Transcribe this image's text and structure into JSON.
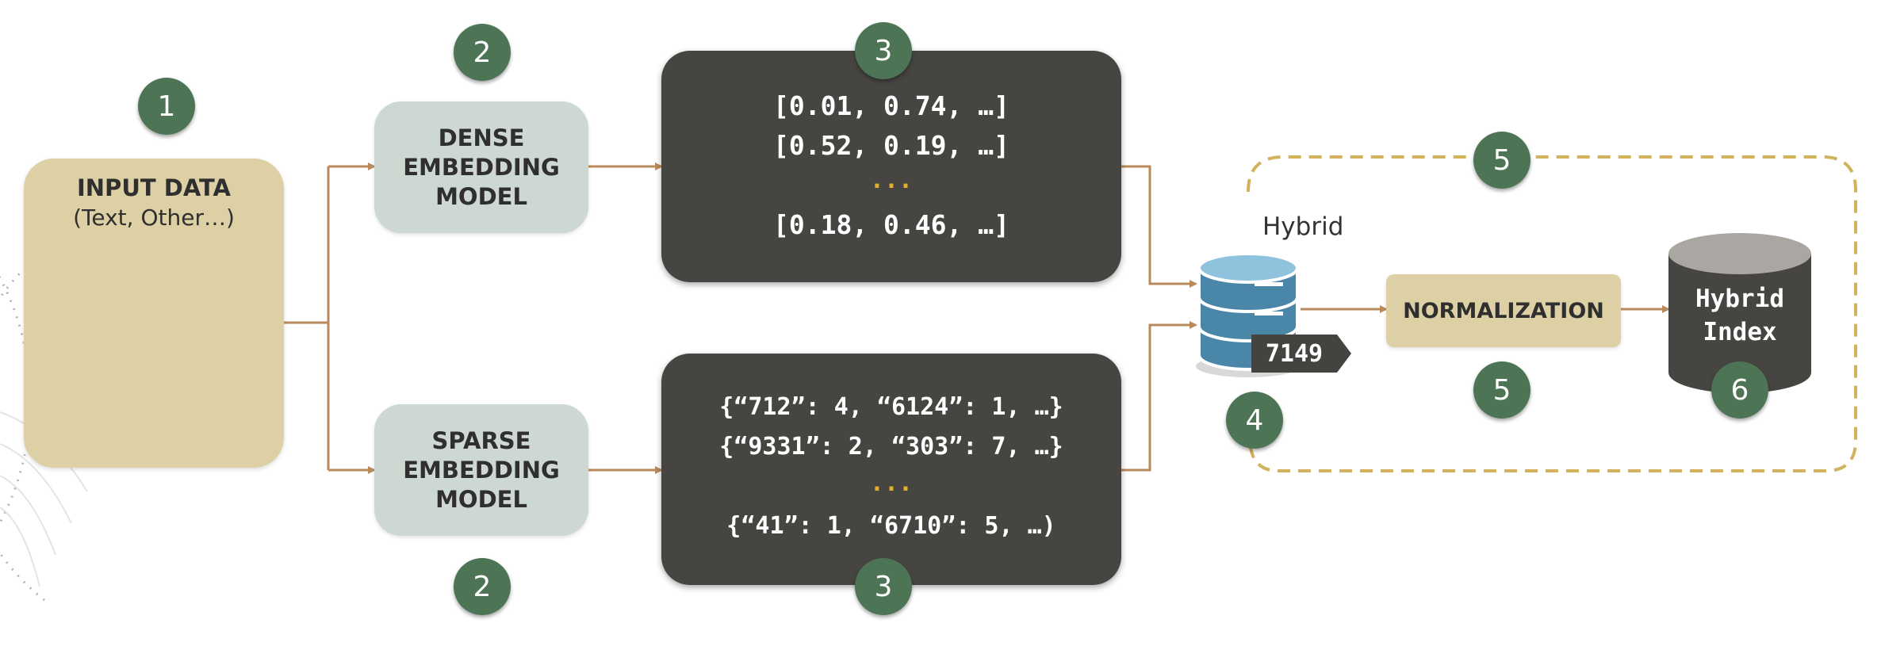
{
  "input": {
    "title": "INPUT DATA",
    "subtitle": "(Text, Other…)"
  },
  "dense_model": {
    "line1": "DENSE",
    "line2": "EMBEDDING",
    "line3": "MODEL"
  },
  "sparse_model": {
    "line1": "SPARSE",
    "line2": "EMBEDDING",
    "line3": "MODEL"
  },
  "dense_vectors": {
    "row1": "[0.01, 0.74, …]",
    "row2": "[0.52, 0.19, …]",
    "dots": "...",
    "row3": "[0.18, 0.46, …]"
  },
  "sparse_vectors": {
    "row1": "{“712”: 4, “6124”: 1, …}",
    "row2": "{“9331”: 2, “303”: 7, …}",
    "dots": "...",
    "row3": "{“41”: 1, “6710”: 5, …)"
  },
  "hybrid": {
    "label": "Hybrid",
    "tag": "7149"
  },
  "normalization": {
    "label": "NORMALIZATION"
  },
  "hybrid_index": {
    "line1": "Hybrid",
    "line2": "Index"
  },
  "badges": {
    "input": "1",
    "dense_model": "2",
    "sparse_model": "2",
    "dense_vectors": "3",
    "sparse_vectors": "3",
    "hybrid_db": "4",
    "dashed_region": "5",
    "normalization": "5",
    "hybrid_index": "6"
  },
  "colors": {
    "badge": "#4d7455",
    "input_box": "#ddd0a5",
    "model_box": "#ccd8d1",
    "vector_box": "#474542",
    "arrow": "#b98a5c",
    "dashed_border": "#d2b25d",
    "dots": "#e3b02e"
  },
  "icons": [
    "bar-chart-icon",
    "document-icon",
    "pie-chart-icon",
    "line-chart-icon",
    "database-icon",
    "cylinder-icon"
  ]
}
